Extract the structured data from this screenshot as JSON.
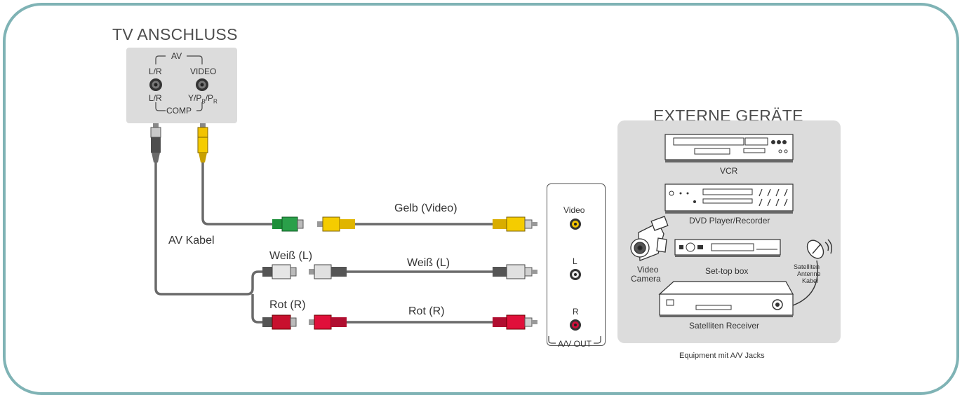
{
  "tv_panel": {
    "title": "TV ANSCHLUSS",
    "group_top": "AV",
    "jack_left_top": "L/R",
    "jack_right_top": "VIDEO",
    "jack_left_bottom": "L/R",
    "jack_right_bottom": "Y/P",
    "jack_right_bottom_sub1": "B",
    "jack_right_bottom_mid": "/P",
    "jack_right_bottom_sub2": "R",
    "group_bottom": "COMP"
  },
  "cables": {
    "av_cable": "AV Kabel",
    "gelb": "Gelb (Video)",
    "weiss_left": "Weiß (L)",
    "weiss_mid": "Weiß (L)",
    "rot_left": "Rot (R)",
    "rot_mid": "Rot (R)"
  },
  "av_out_panel": {
    "video": "Video",
    "l": "L",
    "r": "R",
    "label": "A/V OUT"
  },
  "external": {
    "title": "EXTERNE GERÄTE",
    "vcr": "VCR",
    "dvd": "DVD Player/Recorder",
    "camera_line1": "Video",
    "camera_line2": "Camera",
    "settop": "Set-top box",
    "sat_line1": "Satelliten",
    "sat_line2": "Antenne",
    "sat_line3": "Kabel",
    "receiver": "Satelliten Receiver",
    "footnote": "Equipment mit A/V Jacks"
  },
  "colors": {
    "frame": "#7fb3b5",
    "yellow": "#f2c300",
    "white_plug": "#e0e0e0",
    "red": "#d0103a",
    "green": "#1e8f3a",
    "cable": "#6a6a6a"
  }
}
